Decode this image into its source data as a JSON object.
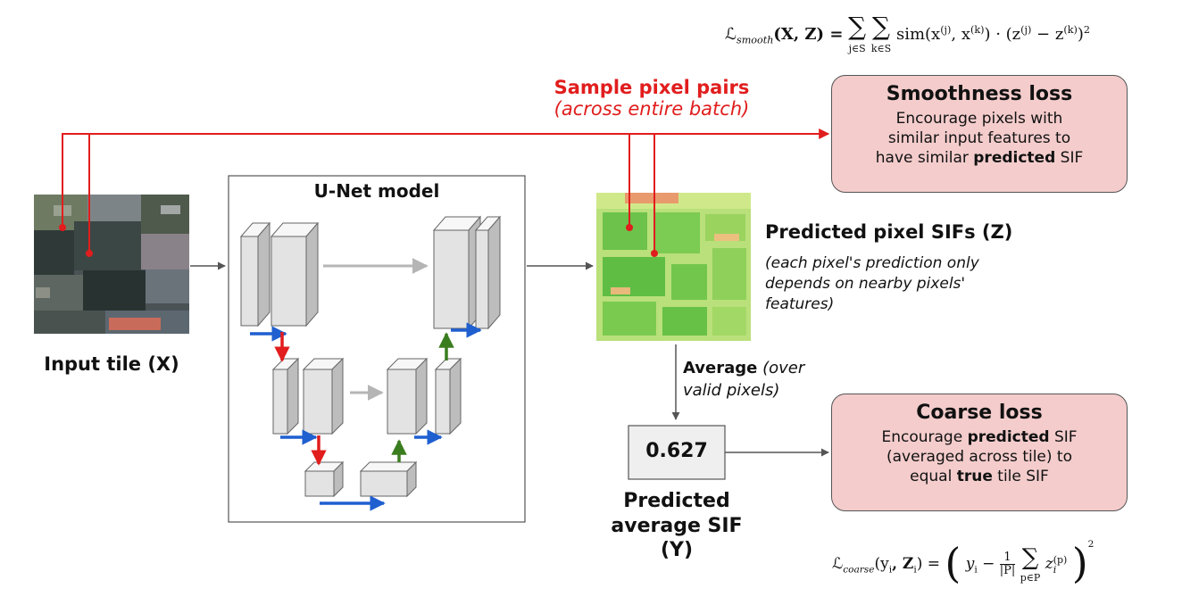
{
  "smoothness_formula": {
    "lhs_symbol": "ℒ",
    "lhs_sub": "smooth",
    "lhs_args": "(X, Z) =",
    "sum_symbol": "∑",
    "sum_sub_1": "j∈S",
    "sum_sub_2": "k∈S",
    "body": "sim(x",
    "body_sup_j": "(j)",
    "body_mid": ", x",
    "body_sup_k": "(k)",
    "body_tail": ") · (z",
    "body_sup_j2": "(j)",
    "body_minus": " − z",
    "body_sup_k2": "(k)",
    "body_end": ")",
    "power": "2"
  },
  "sample_pixel_pairs": {
    "title": "Sample pixel pairs",
    "subtitle": "(across entire batch)"
  },
  "smoothness_loss": {
    "title": "Smoothness loss",
    "line1": "Encourage pixels with",
    "line2": "similar input features to",
    "line3_a": "have similar ",
    "line3_b": "predicted",
    "line3_c": " SIF"
  },
  "unet": {
    "title": "U-Net model"
  },
  "input_tile": {
    "label": "Input tile (X)"
  },
  "predicted_pixels": {
    "title": "Predicted pixel SIFs (Z)",
    "note_1": "(each pixel's prediction only",
    "note_2": "depends on nearby pixels'",
    "note_3": "features)"
  },
  "average": {
    "bold": "Average",
    "italic_1": "(over",
    "italic_2": "valid pixels)"
  },
  "predicted_value": "0.627",
  "predicted_average_label": {
    "line1": "Predicted",
    "line2": "average SIF",
    "line3": "(Y)"
  },
  "coarse_loss": {
    "title": "Coarse loss",
    "line1_a": "Encourage ",
    "line1_b": "predicted",
    "line1_c": " SIF",
    "line2": "(averaged across tile) to",
    "line3_a": "equal ",
    "line3_b": "true",
    "line3_c": " tile SIF"
  },
  "coarse_formula": {
    "lhs_symbol": "ℒ",
    "lhs_sub": "coarse",
    "lhs_args_a": "(y",
    "lhs_args_sub": "i",
    "lhs_args_b": ", Z",
    "lhs_args_sub2": "i",
    "lhs_args_c": ") =",
    "open": "(",
    "y": "y",
    "y_sub": "i",
    "minus": "−",
    "frac_num": "1",
    "frac_den": "|P|",
    "sum_symbol": "∑",
    "sum_sub": "p∈P",
    "z": "z",
    "z_sub": "i",
    "z_sup": "(p)",
    "close": ")",
    "power": "2"
  },
  "colors": {
    "red": "#e11d1d",
    "blue": "#1f5fd0",
    "green": "#3a7d1f",
    "gray_arrow": "#9e9e9e",
    "loss_box_fill": "#f4cccc"
  }
}
